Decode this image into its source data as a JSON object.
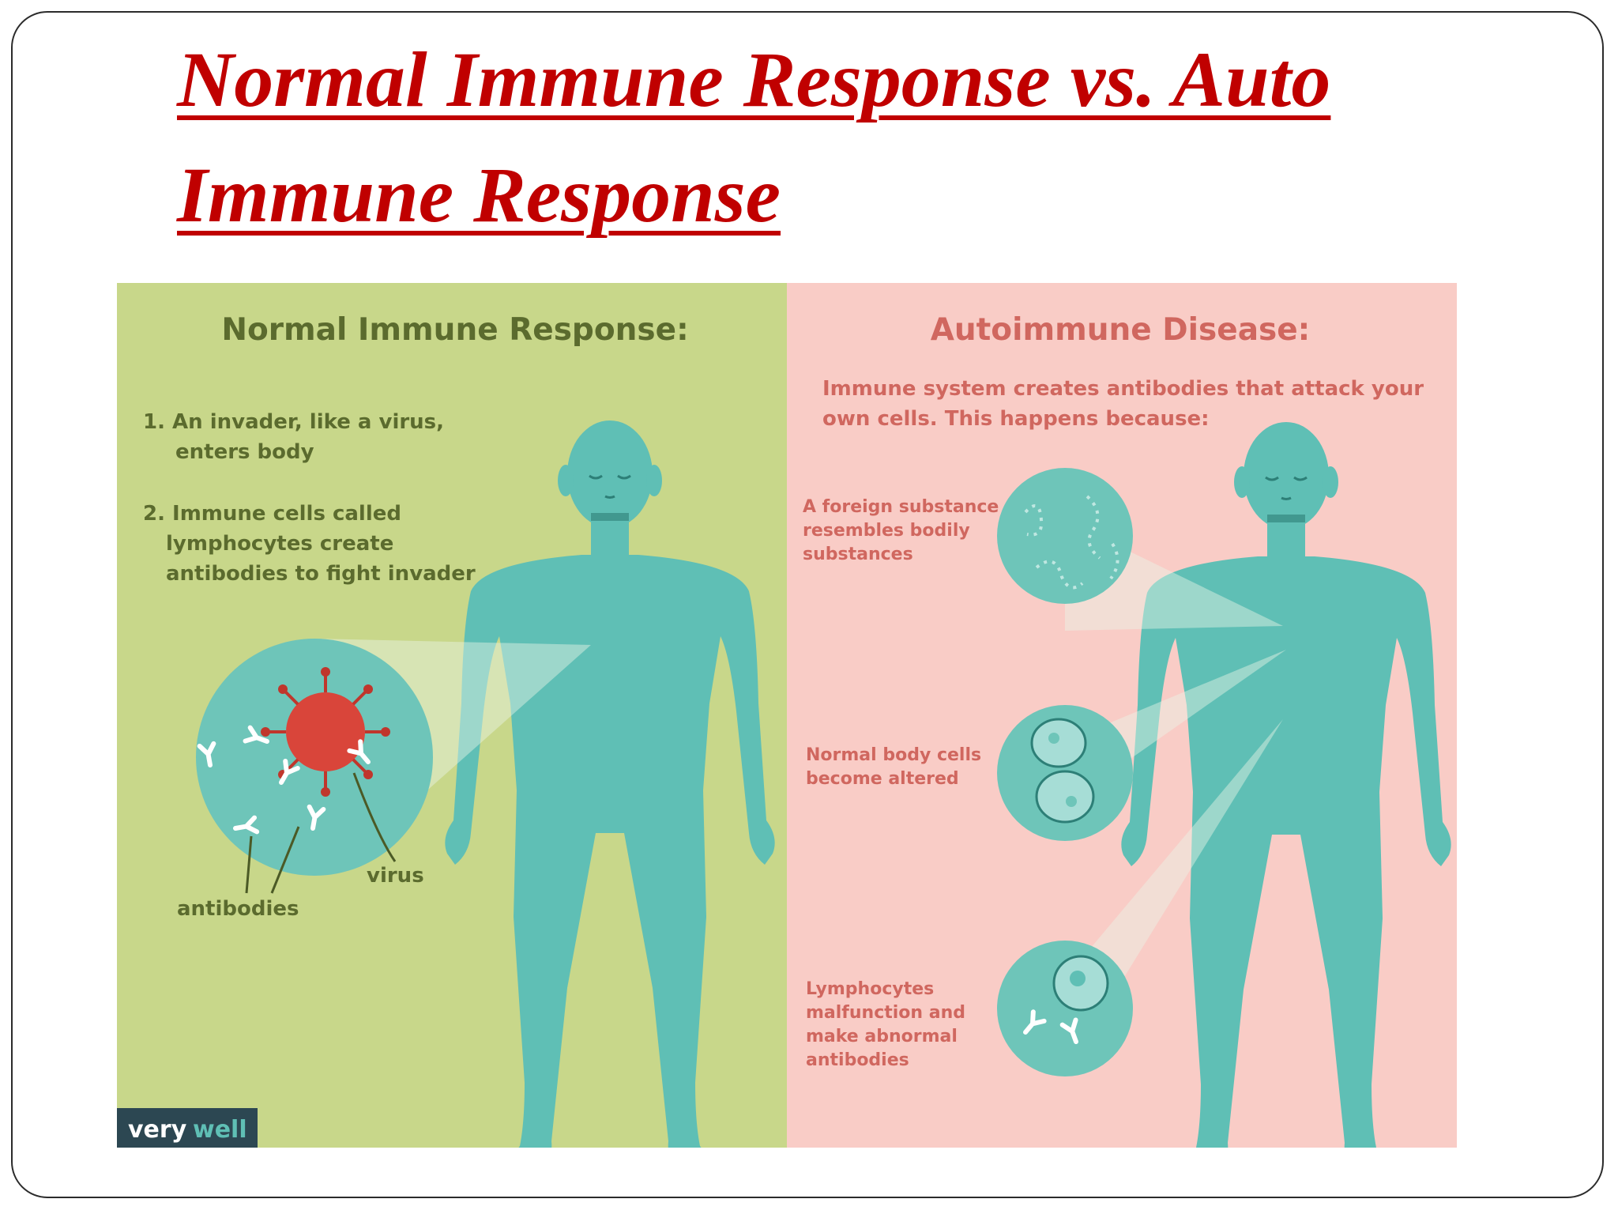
{
  "slide": {
    "title_line1": "Normal Immune Response vs. Auto",
    "title_line2": "Immune Response"
  },
  "colors": {
    "title": "#c00000",
    "left_background": "#c8d78a",
    "right_background": "#f9ccc6",
    "body_figure": "#5fbfb5",
    "left_text": "#5b6b2e",
    "right_text": "#d0675f",
    "virus": "#d9453a"
  },
  "normal_panel": {
    "heading": "Normal Immune Response:",
    "step1_line1": "1. An invader, like a virus,",
    "step1_line2": "enters body",
    "step2_line1": "2. Immune cells called",
    "step2_line2": "lymphocytes create",
    "step2_line3": "antibodies to fight invader",
    "label_virus": "virus",
    "label_antibodies": "antibodies"
  },
  "autoimmune_panel": {
    "heading": "Autoimmune Disease:",
    "intro_line1": "Immune system creates antibodies that attack your",
    "intro_line2": "own cells. This happens because:",
    "cause1_line1": "A foreign substance",
    "cause1_line2": "resembles bodily",
    "cause1_line3": "substances",
    "cause2_line1": "Normal body cells",
    "cause2_line2": "become altered",
    "cause3_line1": "Lymphocytes",
    "cause3_line2": "malfunction and",
    "cause3_line3": "make abnormal",
    "cause3_line4": "antibodies"
  },
  "logo": {
    "part1": "very",
    "part2": "well"
  },
  "icons": [
    "person-silhouette",
    "virus-icon",
    "antibody-icon",
    "cell-icon",
    "dividing-cell-icon"
  ]
}
